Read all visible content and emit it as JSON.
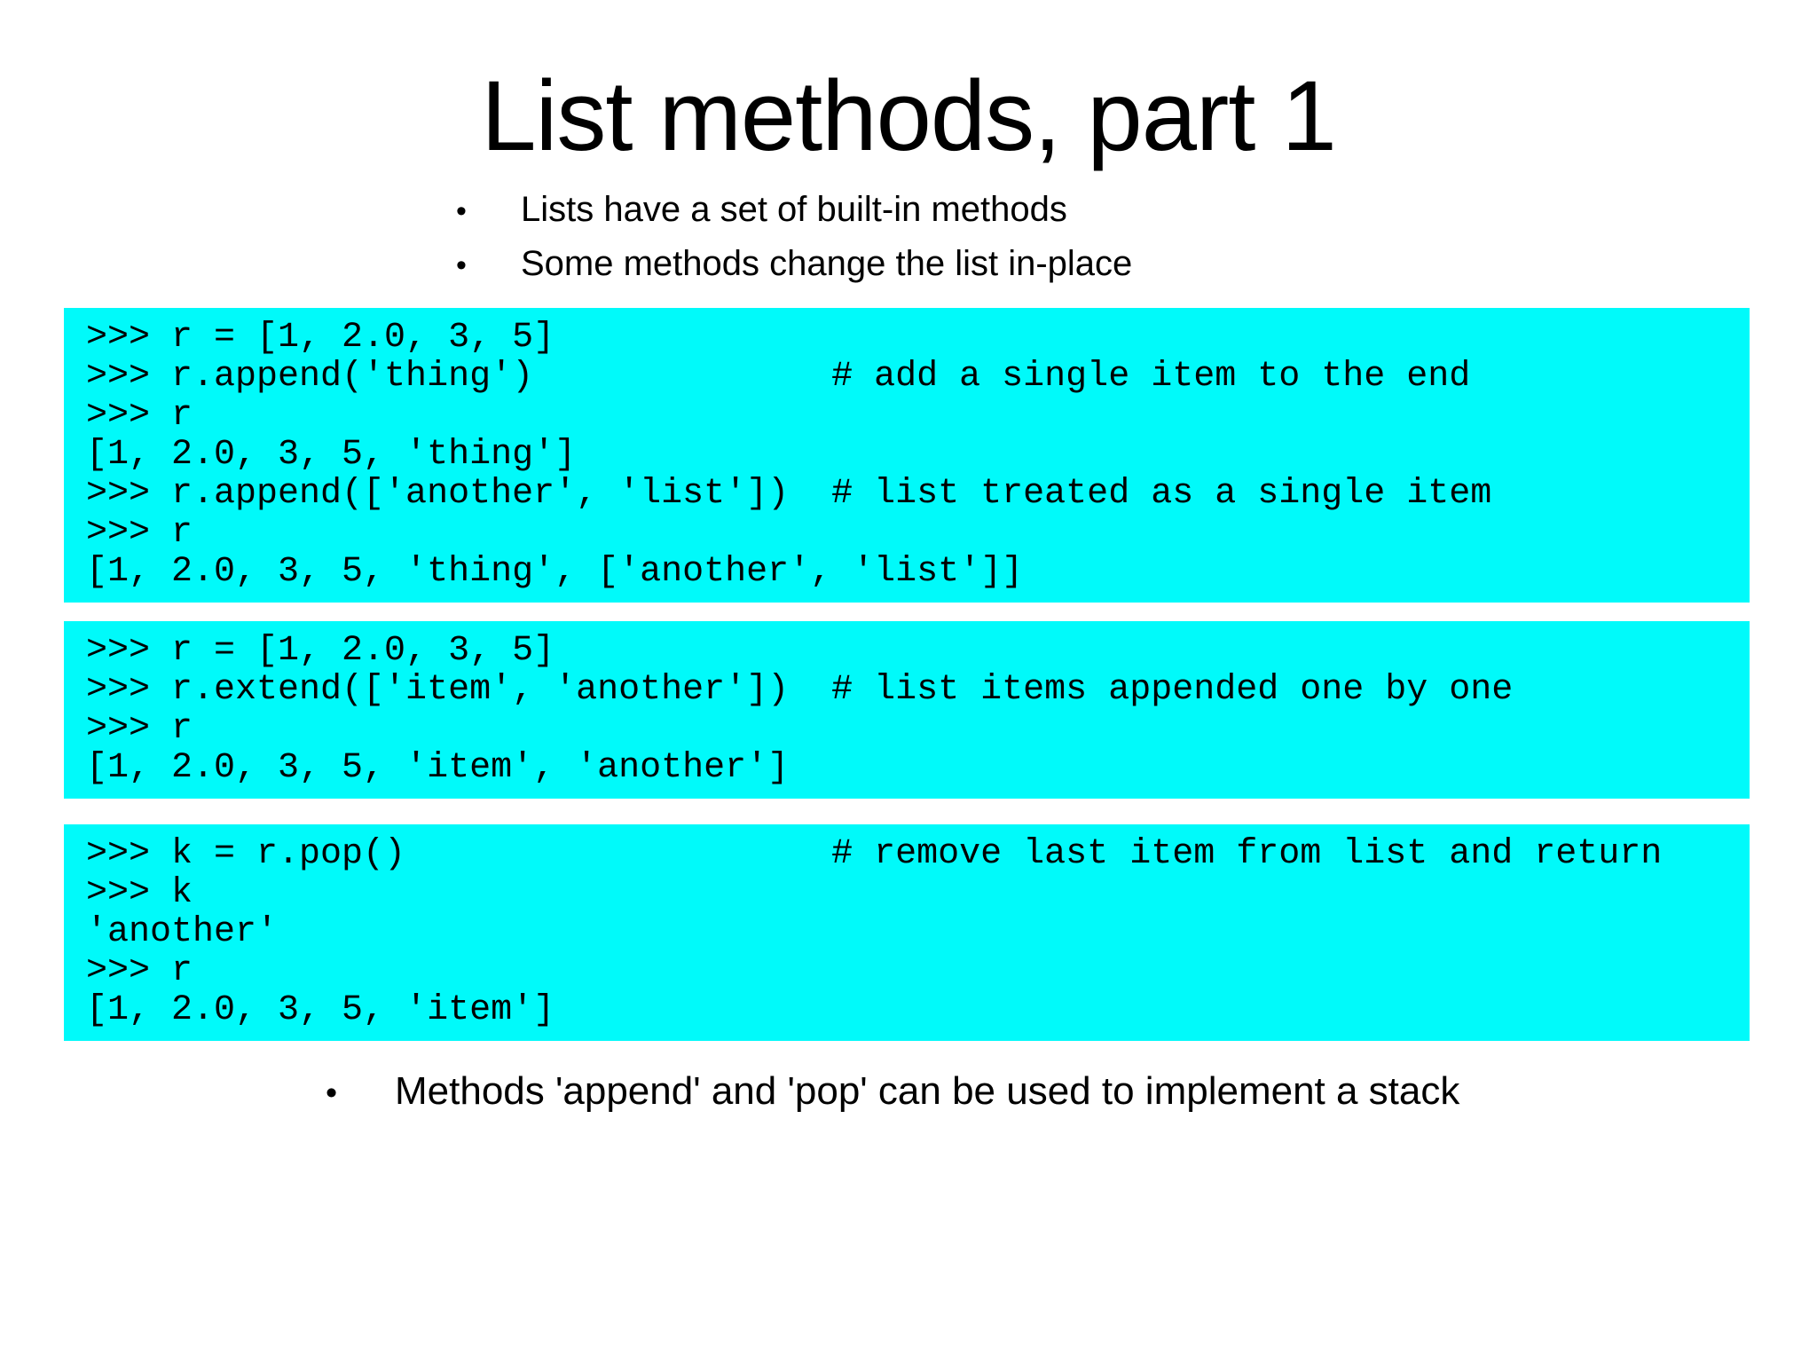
{
  "slide": {
    "title": "List methods, part 1",
    "bullet_glyph": "•",
    "bullets_top": [
      "Lists have a set of built-in methods",
      "Some methods change the list in-place"
    ],
    "code_blocks": [
      {
        "lines": [
          ">>> r = [1, 2.0, 3, 5]",
          ">>> r.append('thing')              # add a single item to the end",
          ">>> r",
          "[1, 2.0, 3, 5, 'thing']",
          ">>> r.append(['another', 'list'])  # list treated as a single item",
          ">>> r",
          "[1, 2.0, 3, 5, 'thing', ['another', 'list']]"
        ]
      },
      {
        "lines": [
          ">>> r = [1, 2.0, 3, 5]",
          ">>> r.extend(['item', 'another'])  # list items appended one by one",
          ">>> r",
          "[1, 2.0, 3, 5, 'item', 'another']"
        ]
      },
      {
        "lines": [
          ">>> k = r.pop()                    # remove last item from list and return",
          ">>> k",
          "'another'",
          ">>> r",
          "[1, 2.0, 3, 5, 'item']"
        ]
      }
    ],
    "bullet_bottom": "Methods 'append' and 'pop' can be used to implement a stack",
    "colors": {
      "background": "#ffffff",
      "code_background": "#00fafa",
      "text": "#000000"
    }
  }
}
